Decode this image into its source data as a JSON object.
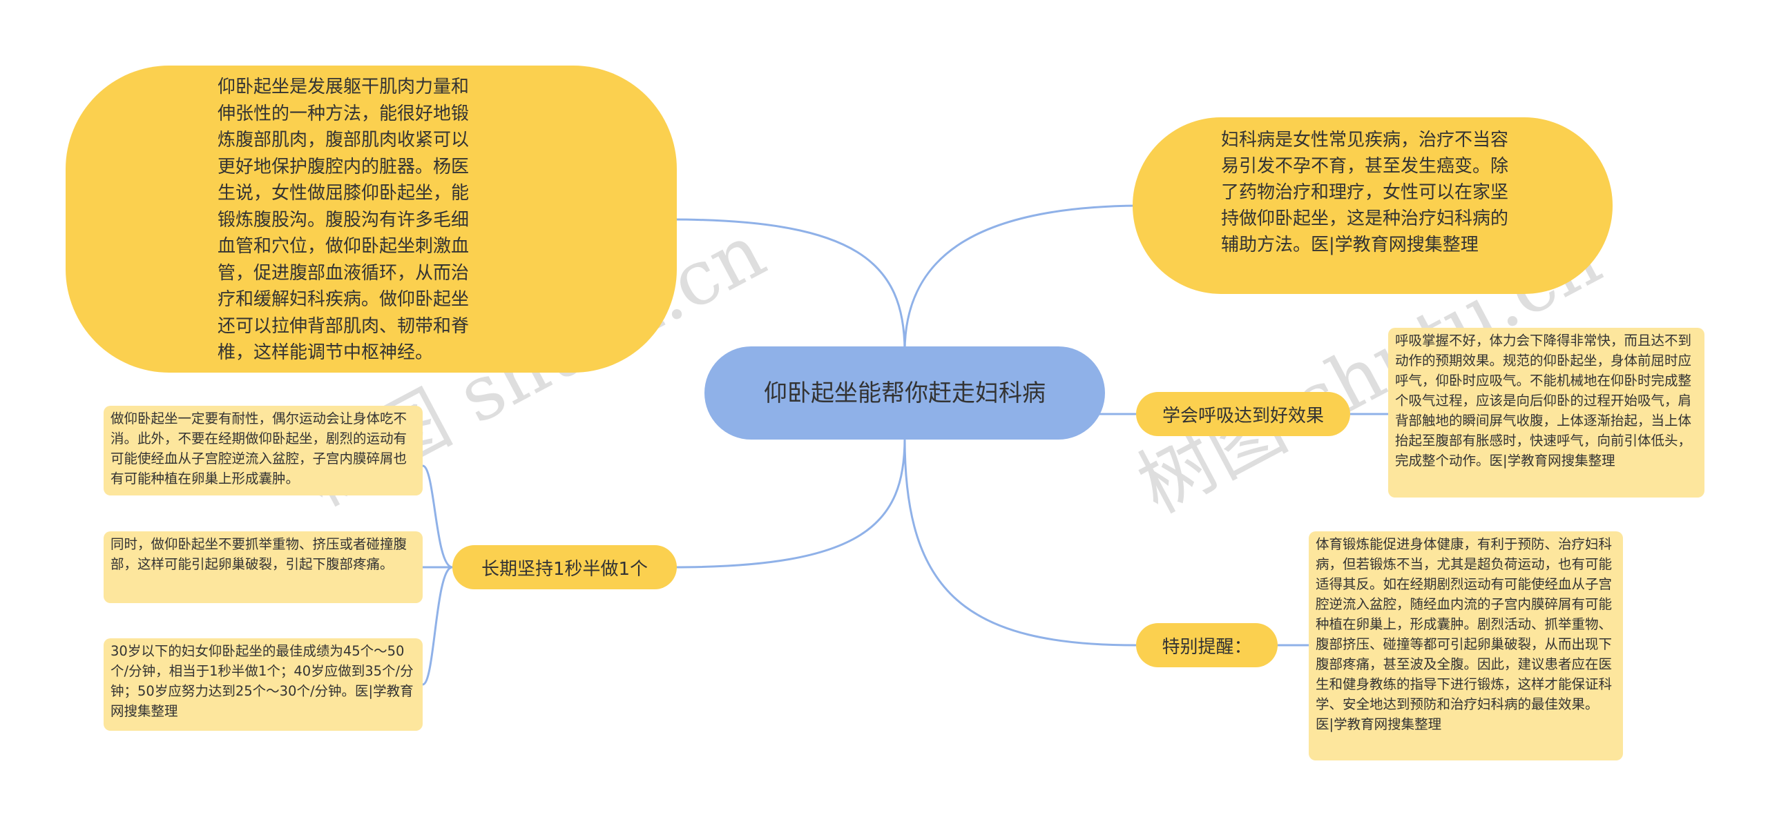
{
  "central": "仰卧起坐能帮你赶走妇科病",
  "top_left": "仰卧起坐是发展躯干肌肉力量和伸张性的一种方法，能很好地锻炼腹部肌肉，腹部肌肉收紧可以更好地保护腹腔内的脏器。杨医生说，女性做屈膝仰卧起坐，能锻炼腹股沟。腹股沟有许多毛细血管和穴位，做仰卧起坐刺激血管，促进腹部血液循环，从而治疗和缓解妇科疾病。做仰卧起坐还可以拉伸背部肌肉、韧带和脊椎，这样能调节中枢神经。",
  "top_right": "妇科病是女性常见疾病，治疗不当容易引发不孕不育，甚至发生癌变。除了药物治疗和理疗，女性可以在家坚持做仰卧起坐，这是种治疗妇科病的辅助方法。医|学教育网搜集整理",
  "left_branch": {
    "label": "长期坚持1秒半做1个",
    "leaves": [
      "做仰卧起坐一定要有耐性，偶尔运动会让身体吃不消。此外，不要在经期做仰卧起坐，剧烈的运动有可能使经血从子宫腔逆流入盆腔，子宫内膜碎屑也有可能种植在卵巢上形成囊肿。",
      "同时，做仰卧起坐不要抓举重物、挤压或者碰撞腹部，这样可能引起卵巢破裂，引起下腹部疼痛。",
      "30岁以下的妇女仰卧起坐的最佳成绩为45个～50个/分钟，相当于1秒半做1个；40岁应做到35个/分钟；50岁应努力达到25个～30个/分钟。医|学教育网搜集整理"
    ]
  },
  "right_branch_1": {
    "label": "学会呼吸达到好效果",
    "leaf": "呼吸掌握不好，体力会下降得非常快，而且达不到动作的预期效果。规范的仰卧起坐，身体前屈时应呼气，仰卧时应吸气。不能机械地在仰卧时完成整个吸气过程，应该是向后仰卧的过程开始吸气，肩背部触地的瞬间屏气收腹，上体逐渐抬起，当上体抬起至腹部有胀感时，快速呼气，向前引体低头，完成整个动作。医|学教育网搜集整理"
  },
  "right_branch_2": {
    "label": "特别提醒：",
    "leaf": "体育锻炼能促进身体健康，有利于预防、治疗妇科病，但若锻炼不当，尤其是超负荷运动，也有可能适得其反。如在经期剧烈运动有可能使经血从子宫腔逆流入盆腔，随经血内流的子宫内膜碎屑有可能种植在卵巢上，形成囊肿。剧烈活动、抓举重物、腹部挤压、碰撞等都可引起卵巢破裂，从而出现下腹部疼痛，甚至波及全腹。因此，建议患者应在医生和健身教练的指导下进行锻炼，这样才能保证科学、安全地达到预防和治疗妇科病的最佳效果。医|学教育网搜集整理"
  },
  "watermarks": [
    "树图 shutu.cn",
    "树图 shutu.cn"
  ],
  "colors": {
    "central": "#8fb1e8",
    "branch": "#fbd04f",
    "leaf": "#fde69d",
    "line": "#8fb1e8"
  }
}
